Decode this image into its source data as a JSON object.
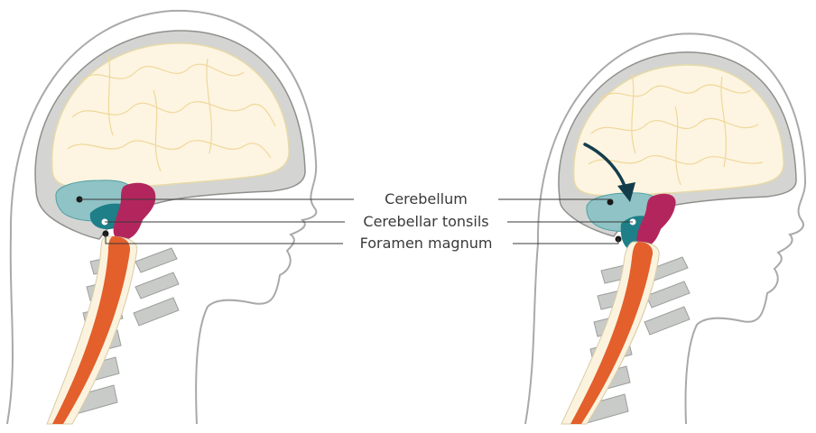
{
  "labels": {
    "cerebellum": "Cerebellum",
    "cerebellar_tonsils": "Cerebellar tonsils",
    "foramen_magnum": "Foramen magnum"
  },
  "panels": [
    "normal",
    "herniated"
  ],
  "colors": {
    "skin_outline": "#a9a9a9",
    "skull_gray": "#d4d5d2",
    "skull_dark": "#8f8f8c",
    "brain": "#fdf5e1",
    "gyri": "#f0d79a",
    "cerebellum": "#8fc3c6",
    "tonsil": "#1e7f88",
    "brainstem": "#b3265d",
    "spinal_cord": "#e35f2b",
    "vertebra": "#c9cbc8",
    "arrow": "#143d4c",
    "leader": "#3a3a3a"
  }
}
